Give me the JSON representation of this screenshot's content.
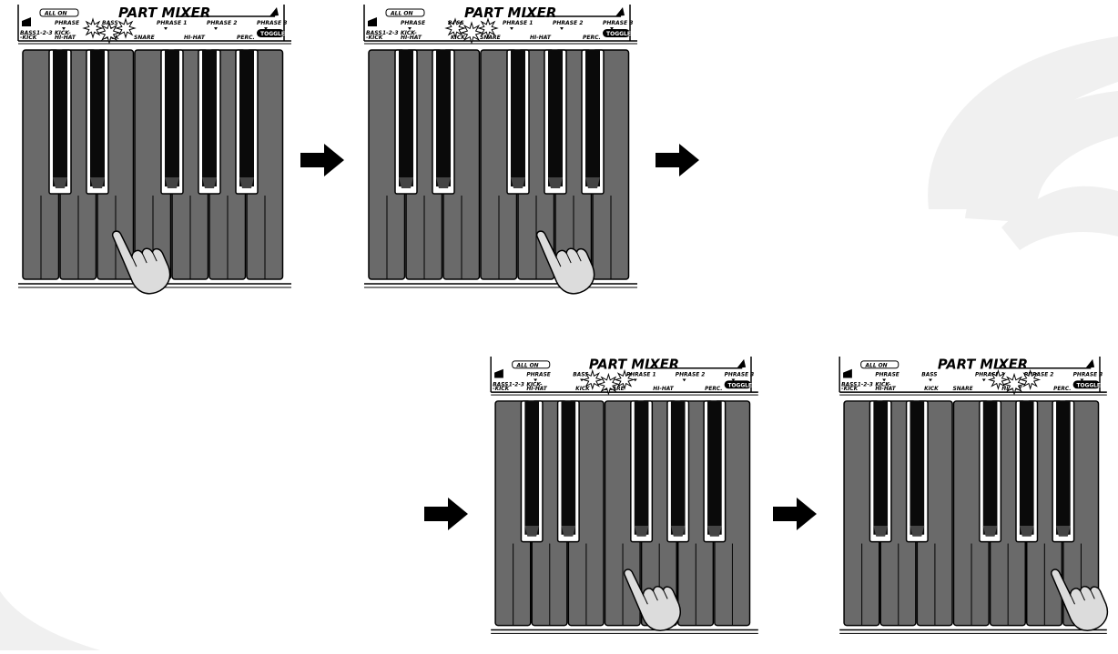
{
  "mixer": {
    "title": "PART MIXER",
    "all_on": "ALL ON",
    "toggle": "TOGGLE",
    "top_labels": [
      {
        "text": "PHRASE"
      },
      {
        "text": "BASS"
      },
      {
        "text": "PHRASE 1"
      },
      {
        "text": "PHRASE 2"
      },
      {
        "text": "PHRASE 3"
      }
    ],
    "bottom_labels": [
      {
        "text": "BASS"
      },
      {
        "text": "-KICK"
      },
      {
        "text": "1-2-3"
      },
      {
        "text": "KICK-"
      },
      {
        "text": "HI-HAT"
      },
      {
        "text": "KICK"
      },
      {
        "text": "SNARE"
      },
      {
        "text": "HI-HAT"
      },
      {
        "text": "PERC."
      }
    ]
  },
  "steps": [
    {
      "highlighted": "BASS"
    },
    {
      "highlighted": "KICK"
    },
    {
      "highlighted": "SNARE"
    },
    {
      "highlighted": "HI-HAT"
    }
  ],
  "colors": {
    "white_key": "#6a6a6a",
    "black_key": "#0a0a0a",
    "outline": "#000000",
    "background": "#ffffff",
    "deco": "#eeeeee"
  },
  "icons": {
    "arrow": "right-arrow-icon",
    "hand": "pointing-hand-icon",
    "star": "highlight-star-icon"
  }
}
